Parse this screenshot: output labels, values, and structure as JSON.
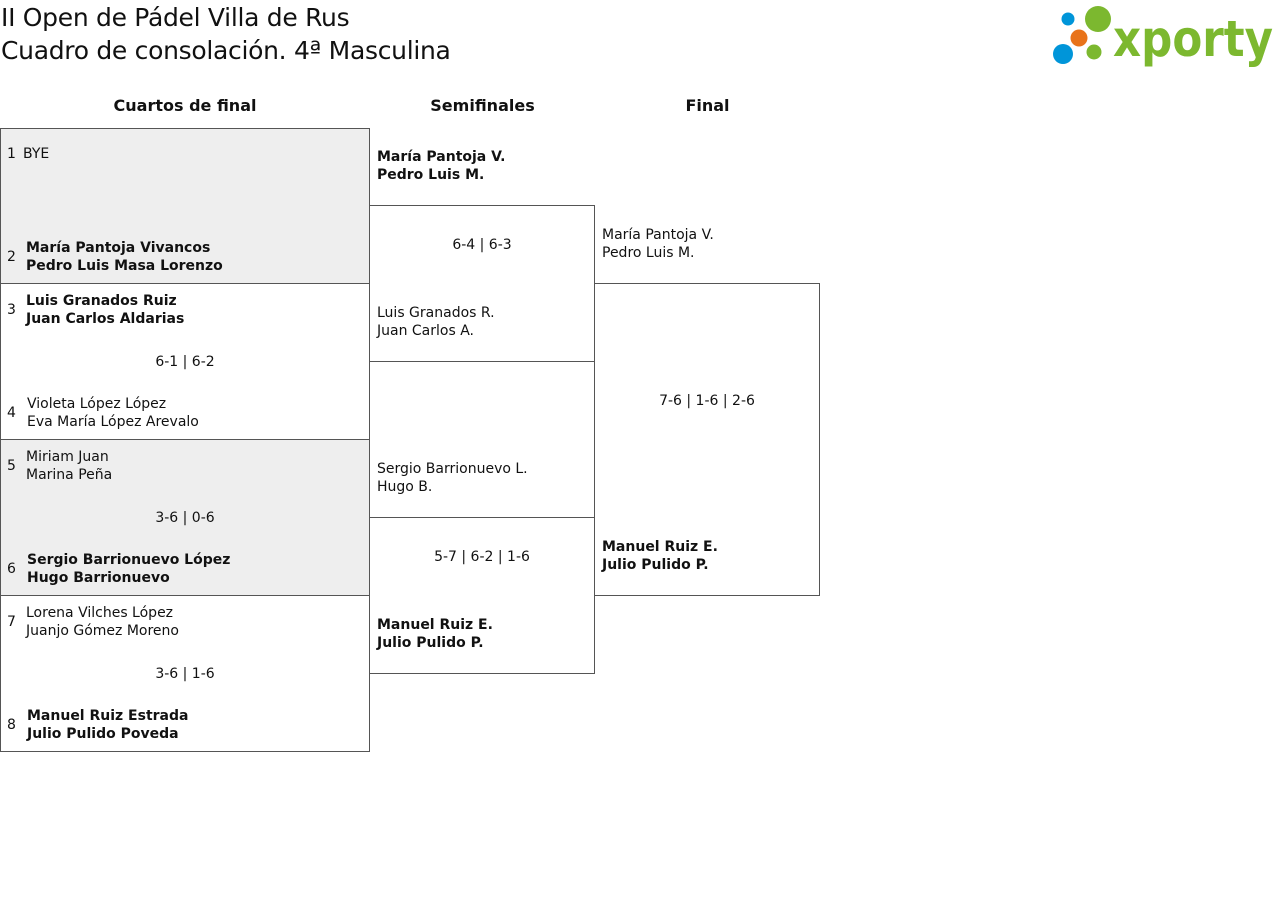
{
  "header": {
    "title_line1": "II Open de Pádel Villa de Rus",
    "title_line2": "Cuadro de consolación. 4ª Masculina",
    "logo_text": "xporty",
    "logo_colors": {
      "blue": "#0095d9",
      "orange": "#e8731a",
      "green": "#7cb82f"
    }
  },
  "rounds": {
    "quarterfinals": "Cuartos de final",
    "semifinals": "Semifinales",
    "final": "Final"
  },
  "quarterfinals": [
    {
      "top": {
        "seed": "1",
        "line1": "BYE",
        "line2": ""
      },
      "bottom": {
        "seed": "2",
        "line1": "María Pantoja Vivancos",
        "line2": "Pedro Luis Masa Lorenzo"
      },
      "score": ""
    },
    {
      "top": {
        "seed": "3",
        "line1": "Luis Granados Ruiz",
        "line2": "Juan Carlos Aldarias"
      },
      "bottom": {
        "seed": "4",
        "line1": "Violeta López López",
        "line2": "Eva María López Arevalo"
      },
      "score": "6-1 | 6-2"
    },
    {
      "top": {
        "seed": "5",
        "line1": "Miriam Juan",
        "line2": "Marina Peña"
      },
      "bottom": {
        "seed": "6",
        "line1": "Sergio Barrionuevo López",
        "line2": "Hugo Barrionuevo"
      },
      "score": "3-6 | 0-6"
    },
    {
      "top": {
        "seed": "7",
        "line1": "Lorena Vilches López",
        "line2": "Juanjo Gómez Moreno"
      },
      "bottom": {
        "seed": "8",
        "line1": "Manuel Ruiz Estrada",
        "line2": "Julio Pulido Poveda"
      },
      "score": "3-6 | 1-6"
    }
  ],
  "semifinals": [
    {
      "top": {
        "line1": "María Pantoja V.",
        "line2": "Pedro Luis M."
      },
      "bottom": {
        "line1": "Luis Granados R.",
        "line2": "Juan Carlos A."
      },
      "score": "6-4 | 6-3"
    },
    {
      "top": {
        "line1": "Sergio Barrionuevo L.",
        "line2": "Hugo B."
      },
      "bottom": {
        "line1": "Manuel Ruiz E.",
        "line2": "Julio Pulido P."
      },
      "score": "5-7 | 6-2 | 1-6"
    }
  ],
  "final": {
    "top": {
      "line1": "María Pantoja V.",
      "line2": "Pedro Luis M."
    },
    "bottom": {
      "line1": "Manuel Ruiz E.",
      "line2": "Julio Pulido P."
    },
    "score": "7-6 | 1-6 | 2-6"
  }
}
